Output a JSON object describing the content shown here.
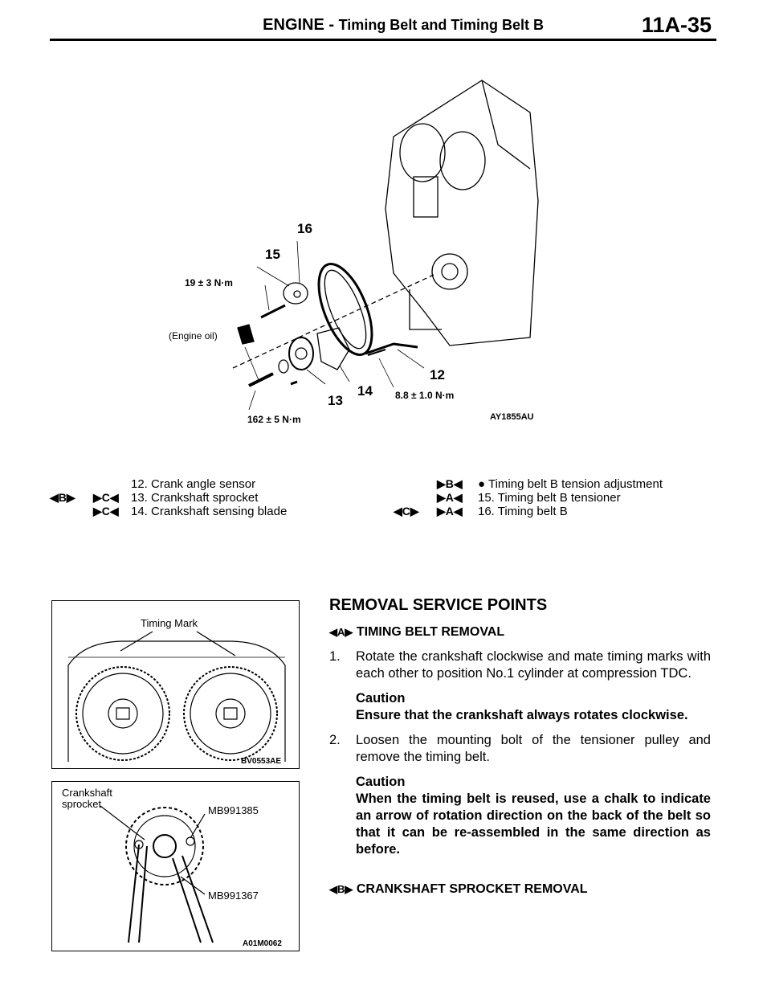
{
  "header": {
    "section": "ENGINE",
    "separator": "-",
    "subtitle": "Timing Belt and Timing Belt B",
    "page_number": "11A-35"
  },
  "main_diagram": {
    "callouts": [
      "16",
      "15",
      "12",
      "13",
      "14"
    ],
    "torque_top": "19 ± 3 N·m",
    "torque_right": "8.8 ± 1.0 N·m",
    "torque_bottom": "162 ± 5 N·m",
    "engine_oil": "(Engine oil)",
    "code": "AY1855AU"
  },
  "legend": {
    "left": [
      {
        "mark1": "",
        "mark2": "",
        "text": "12. Crank angle sensor"
      },
      {
        "mark1": "◀B▶",
        "mark2": "▶C◀",
        "text": "13. Crankshaft sprocket"
      },
      {
        "mark1": "",
        "mark2": "▶C◀",
        "text": "14. Crankshaft sensing blade"
      }
    ],
    "right": [
      {
        "mark1": "",
        "mark2": "▶B◀",
        "text": "●  Timing belt B tension adjustment"
      },
      {
        "mark1": "",
        "mark2": "▶A◀",
        "text": "15. Timing belt B tensioner"
      },
      {
        "mark1": "◀C▶",
        "mark2": "▶A◀",
        "text": "16. Timing belt B"
      }
    ]
  },
  "figure1": {
    "label": "Timing Mark",
    "code": "BV0553AE"
  },
  "figure2": {
    "label_sprocket_1": "Crankshaft",
    "label_sprocket_2": "sprocket",
    "label_tool1": "MB991385",
    "label_tool2": "MB991367",
    "code": "A01M0062"
  },
  "content": {
    "title": "REMOVAL SERVICE POINTS",
    "sub1_mark": "◀A▶",
    "sub1": "TIMING BELT REMOVAL",
    "step1_num": "1.",
    "step1": "Rotate the crankshaft clockwise and mate timing marks with each other to position No.1 cylinder at compression TDC.",
    "caution1_title": "Caution",
    "caution1": "Ensure that the crankshaft always rotates clockwise.",
    "step2_num": "2.",
    "step2": "Loosen the mounting bolt of the tensioner pulley and remove the timing belt.",
    "caution2_title": "Caution",
    "caution2": "When the timing belt is reused, use a chalk to indicate an arrow of rotation direction on the back of the belt so that it can be re-assembled in the same direction as before.",
    "sub2_mark": "◀B▶",
    "sub2": "CRANKSHAFT SPROCKET REMOVAL"
  }
}
